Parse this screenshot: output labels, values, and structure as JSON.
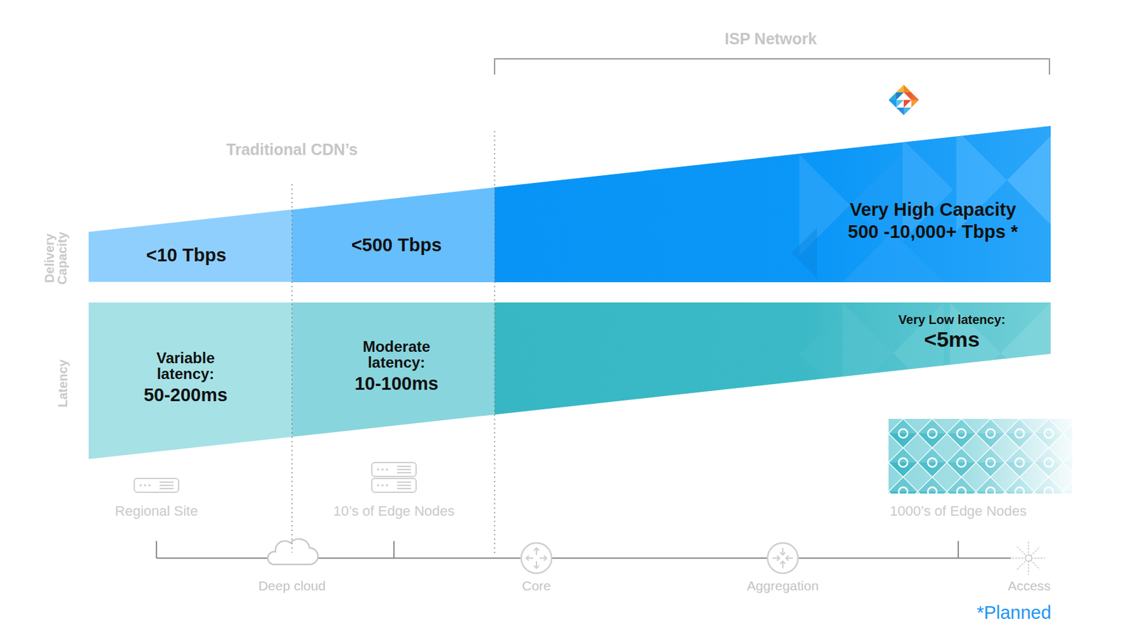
{
  "diagram": {
    "nodes": [
      {
        "text": [
          "<10 Tbps"
        ]
      },
      {
        "text": [
          "<500 Tbps"
        ]
      },
      {
        "text": [
          "Very High Capacity",
          "500 -10,000+ Tbps *"
        ]
      },
      {
        "text": [
          "Variable latency:",
          "50-200ms"
        ]
      },
      {
        "text": [
          "Moderate latency:",
          "10-100ms"
        ]
      },
      {
        "text": [
          "Very Low latency:",
          "<5ms"
        ]
      }
    ],
    "labels": [
      "ISP Network",
      "Traditional CDN’s",
      "Delivery Capacity",
      "Latency",
      "Regional Site",
      "10’s of Edge Nodes",
      "1000’s of Edge Nodes",
      "Deep cloud",
      "Core",
      "Aggregation",
      "Access",
      "*Planned"
    ]
  }
}
